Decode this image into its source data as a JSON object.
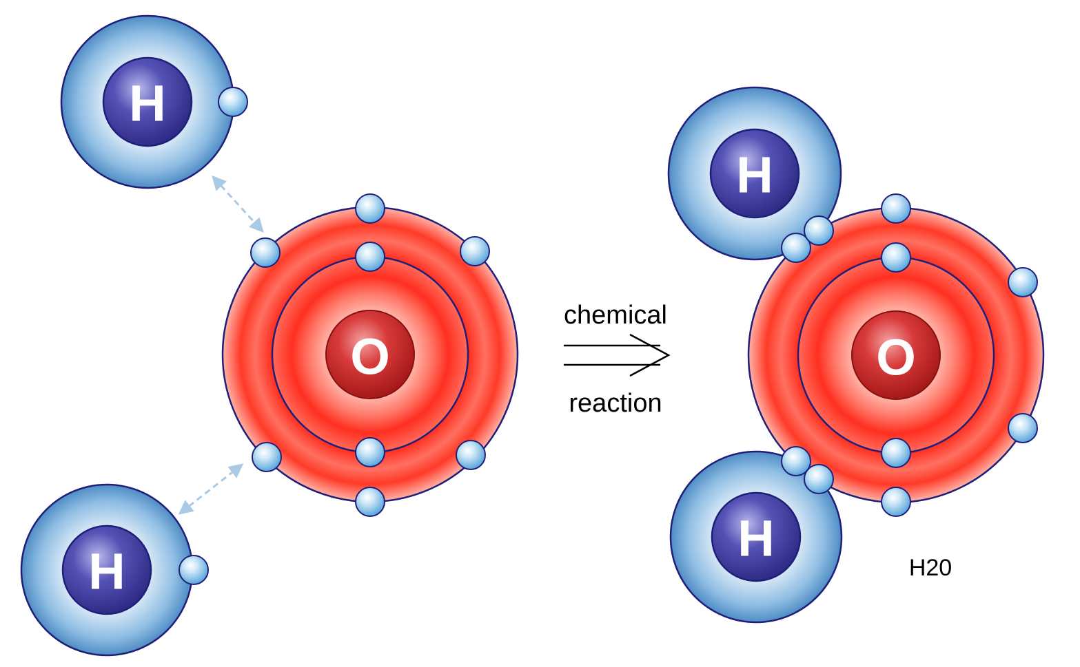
{
  "labels": {
    "hydrogen": "H",
    "oxygen": "O",
    "arrow_top": "chemical",
    "arrow_bottom": "reaction",
    "product": "H20"
  },
  "colors": {
    "shell_outline": "#1f1f7a",
    "hydrogen_cloud": "#5f9bd0",
    "hydrogen_nucleus": "#3f3a98",
    "oxygen_shell": "#ff3b2a",
    "oxygen_nucleus": "#c42222",
    "electron": "#74b6e3",
    "attraction_arrow": "#a9c9e4"
  },
  "icons": [
    "hydrogen-atom-icon",
    "oxygen-atom-icon",
    "electron-icon",
    "double-arrow-icon"
  ]
}
